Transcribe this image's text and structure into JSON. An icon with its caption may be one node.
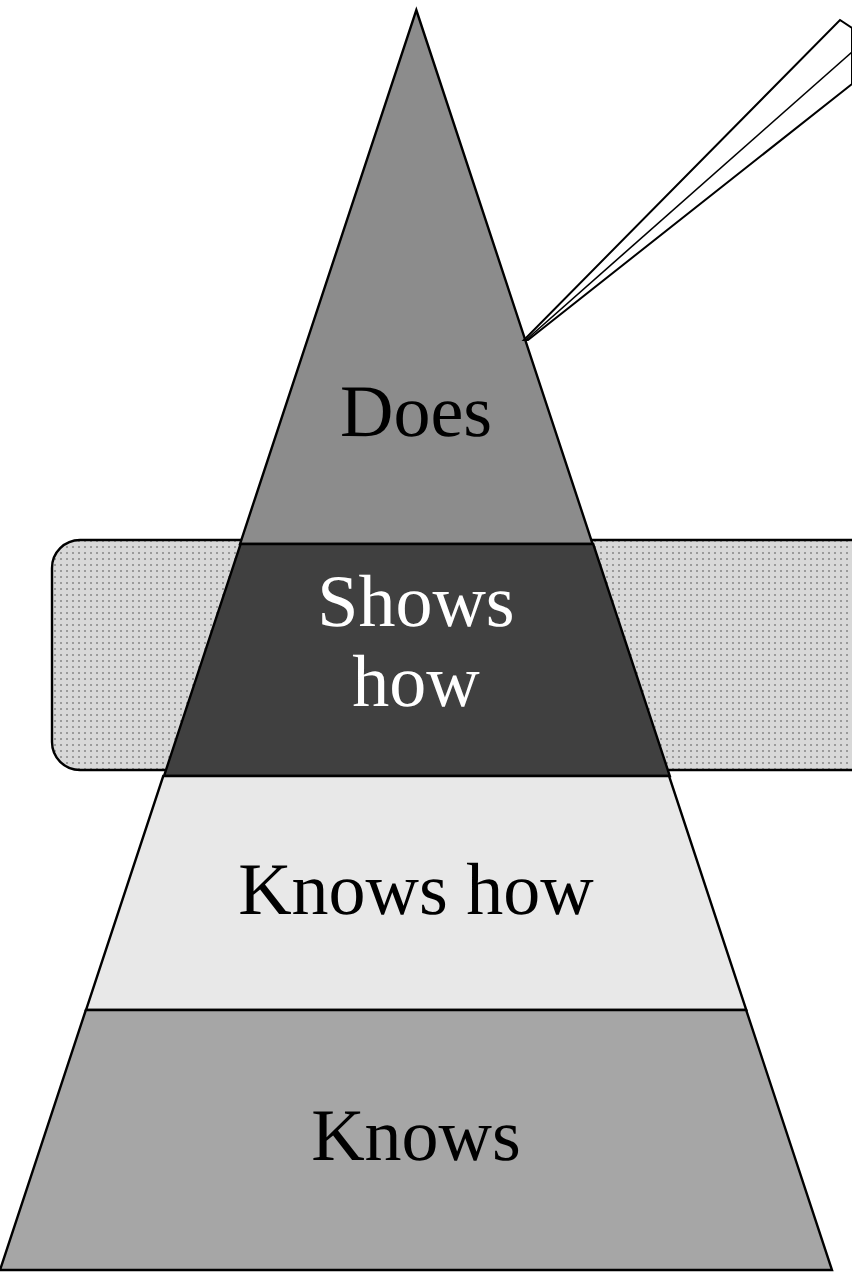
{
  "diagram": {
    "nodes": [
      {
        "text": [
          "Does"
        ]
      },
      {
        "text": [
          "Shows how"
        ]
      },
      {
        "text": [
          "Knows how"
        ]
      },
      {
        "text": [
          "Knows"
        ]
      }
    ]
  }
}
